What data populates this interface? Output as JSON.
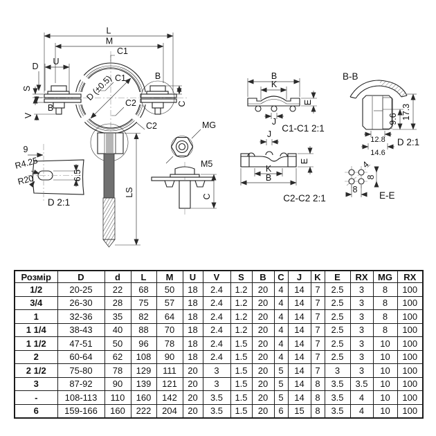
{
  "page": {
    "background": "#ffffff",
    "line_color": "#1f1f1f"
  },
  "drawing": {
    "main_view": {
      "dim_l": "L",
      "dim_m": "M",
      "dim_c1": "C1",
      "dim_u": "U",
      "dim_d": "D",
      "dim_s": "S",
      "dim_v": "V",
      "sec_b": "B",
      "dim_d_tol": "D (±0.5)",
      "dim_c2": "C2",
      "dim_c": "C",
      "label_mg": "MG",
      "label_m5": "M5",
      "dim_ls": "LS",
      "dim_c_bolt": "C"
    },
    "detail_d": {
      "dim_9": "9",
      "dim_r425": "R4.25",
      "dim_r20": "R20",
      "dim_65": "6.5",
      "title": "D 2:1"
    },
    "section_c1": {
      "dim_b": "B",
      "dim_k": "K",
      "dim_e": "E",
      "dim_j": "J",
      "title": "C1-C1 2:1"
    },
    "section_c2": {
      "dim_j": "J",
      "dim_e": "E",
      "dim_k": "K",
      "dim_b": "B",
      "title": "C2-C2 2:1"
    },
    "section_bb": {
      "title": "B-B",
      "dim_17_3": "17.3",
      "dim_9_6": "9.6",
      "dim_12_8": "12.8",
      "dim_14_6": "14.6",
      "scale": "D 2:1"
    },
    "detail_ee": {
      "dim_4": "4",
      "dim_8_v": "8",
      "dim_8_h": "8",
      "title": "E-E"
    }
  },
  "table": {
    "headers": [
      "Розмір",
      "D",
      "d",
      "L",
      "M",
      "U",
      "V",
      "S",
      "B",
      "C",
      "J",
      "K",
      "E",
      "RX",
      "MG",
      "RX"
    ],
    "rows": [
      [
        "1/2",
        "20-25",
        "22",
        "68",
        "50",
        "18",
        "2.4",
        "1.2",
        "20",
        "4",
        "14",
        "7",
        "2.5",
        "3",
        "8",
        "100"
      ],
      [
        "3/4",
        "26-30",
        "28",
        "75",
        "57",
        "18",
        "2.4",
        "1.2",
        "20",
        "4",
        "14",
        "7",
        "2.5",
        "3",
        "8",
        "100"
      ],
      [
        "1",
        "32-36",
        "35",
        "82",
        "64",
        "18",
        "2.4",
        "1.2",
        "20",
        "4",
        "14",
        "7",
        "2.5",
        "3",
        "8",
        "100"
      ],
      [
        "1 1/4",
        "38-43",
        "40",
        "88",
        "70",
        "18",
        "2.4",
        "1.2",
        "20",
        "4",
        "14",
        "7",
        "2.5",
        "3",
        "8",
        "100"
      ],
      [
        "1 1/2",
        "47-51",
        "50",
        "96",
        "78",
        "18",
        "2.4",
        "1.5",
        "20",
        "4",
        "14",
        "7",
        "2.5",
        "3",
        "10",
        "100"
      ],
      [
        "2",
        "60-64",
        "62",
        "108",
        "90",
        "18",
        "2.4",
        "1.5",
        "20",
        "4",
        "14",
        "7",
        "2.5",
        "3",
        "10",
        "100"
      ],
      [
        "2 1/2",
        "75-80",
        "78",
        "129",
        "111",
        "20",
        "3",
        "1.5",
        "20",
        "5",
        "14",
        "7",
        "3",
        "3",
        "10",
        "100"
      ],
      [
        "3",
        "87-92",
        "90",
        "139",
        "121",
        "20",
        "3",
        "1.5",
        "20",
        "5",
        "14",
        "8",
        "3.5",
        "3.5",
        "10",
        "100"
      ],
      [
        "-",
        "108-113",
        "110",
        "160",
        "142",
        "20",
        "3.5",
        "1.5",
        "20",
        "5",
        "14",
        "8",
        "3.5",
        "4",
        "10",
        "100"
      ],
      [
        "6",
        "159-166",
        "160",
        "222",
        "204",
        "20",
        "3.5",
        "1.5",
        "20",
        "6",
        "15",
        "8",
        "3.5",
        "4",
        "10",
        "100"
      ]
    ]
  }
}
